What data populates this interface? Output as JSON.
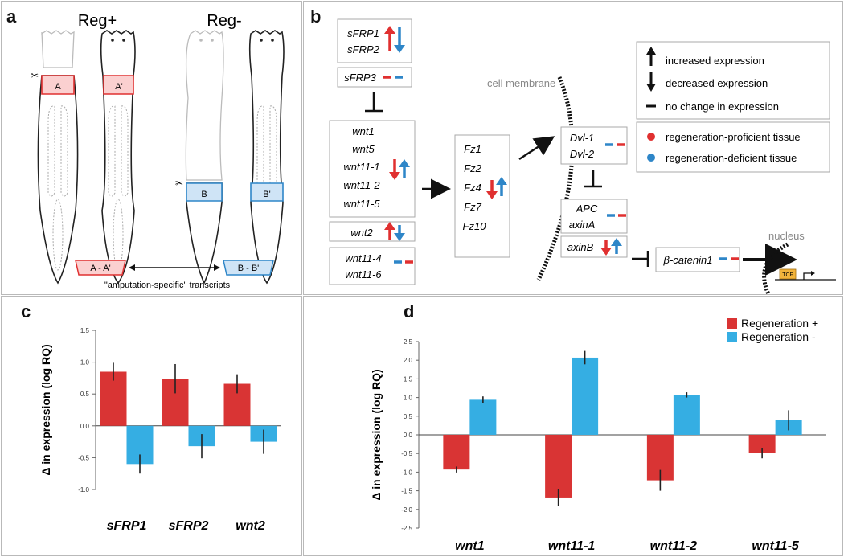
{
  "panel_labels": {
    "a": "a",
    "b": "b",
    "c": "c",
    "d": "d"
  },
  "panel_a": {
    "reg_plus": "Reg+",
    "reg_minus": "Reg-",
    "regions": {
      "A": "A",
      "A_prime": "A'",
      "B": "B",
      "B_prime": "B'"
    },
    "diff_A": "A - A'",
    "diff_B": "B - B'",
    "caption": "\"amputation-specific\" transcripts"
  },
  "panel_b": {
    "legend": {
      "increased": "increased expression",
      "decreased": "decreased expression",
      "nochange": "no change in expression",
      "proficient": "regeneration-proficient tissue",
      "deficient": "regeneration-deficient tissue"
    },
    "cell_membrane": "cell membrane",
    "nucleus": "nucleus",
    "tcf": "TCF",
    "genes": {
      "sfrp1": "sFRP1",
      "sfrp2": "sFRP2",
      "sfrp3": "sFRP3",
      "wnt1": "wnt1",
      "wnt5": "wnt5",
      "wnt11_1": "wnt11-1",
      "wnt11_2": "wnt11-2",
      "wnt11_5": "wnt11-5",
      "wnt2": "wnt2",
      "wnt11_4": "wnt11-4",
      "wnt11_6": "wnt11-6",
      "fz1": "Fz1",
      "fz2": "Fz2",
      "fz4": "Fz4",
      "fz7": "Fz7",
      "fz10": "Fz10",
      "dvl1": "Dvl-1",
      "dvl2": "Dvl-2",
      "apc": "APC",
      "axina": "axinA",
      "axinb": "axinB",
      "bcat": "β-catenin1"
    },
    "colors": {
      "proficient": "#e03030",
      "deficient": "#2e86c8"
    }
  },
  "chart_data": [
    {
      "type": "bar",
      "panel": "c",
      "ylabel": "Δ in expression (log RQ)",
      "categories": [
        "sFRP1",
        "sFRP2",
        "wnt2"
      ],
      "yticks": [
        "1.5",
        "1.0",
        "0.5",
        "0.0",
        "-0.5",
        "-1.0"
      ],
      "ylim": [
        -1.0,
        1.5
      ],
      "series": [
        {
          "values": [
            0.85,
            0.74,
            0.66
          ],
          "errors": [
            0.14,
            0.23,
            0.15
          ],
          "color": "#d93434"
        },
        {
          "values": [
            -0.6,
            -0.32,
            -0.25
          ],
          "errors": [
            0.15,
            0.19,
            0.19
          ],
          "color": "#35aee3"
        }
      ]
    },
    {
      "type": "bar",
      "panel": "d",
      "ylabel": "Δ in expression (log RQ)",
      "categories": [
        "wnt1",
        "wnt11-1",
        "wnt11-2",
        "wnt11-5"
      ],
      "yticks": [
        "2.5",
        "2.0",
        "1.5",
        "1.0",
        "0.5",
        "0.0",
        "-0.5",
        "-1.0",
        "-1.5",
        "-2.0",
        "-2.5"
      ],
      "ylim": [
        -2.5,
        2.5
      ],
      "series": [
        {
          "name": "Regeneration +",
          "values": [
            -0.93,
            -1.68,
            -1.22,
            -0.49
          ],
          "errors": [
            0.08,
            0.23,
            0.28,
            0.14
          ],
          "color": "#d93434"
        },
        {
          "name": "Regeneration -",
          "values": [
            0.94,
            2.07,
            1.07,
            0.39
          ],
          "errors": [
            0.09,
            0.18,
            0.07,
            0.27
          ],
          "color": "#35aee3"
        }
      ]
    }
  ]
}
